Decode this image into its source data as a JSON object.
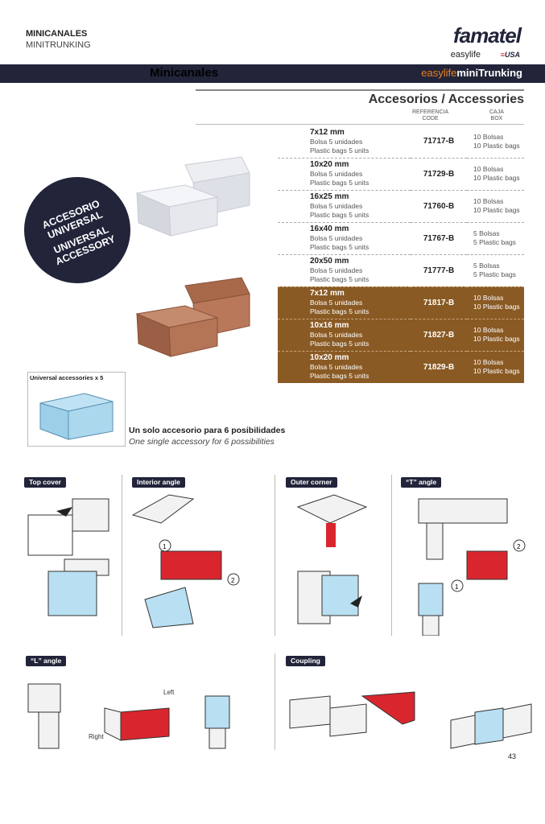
{
  "header": {
    "category": "MINICANALES",
    "category_en": "MINITRUNKING",
    "brand": "famatel",
    "brand_sub": "easylife",
    "brand_usa": "USA"
  },
  "band": {
    "title": "Minicanales",
    "brand_a": "easylife",
    "brand_b": "miniTrunking"
  },
  "section": {
    "title": "Accesorios / Accessories",
    "col_code": [
      "REFERENCIA",
      "CODE"
    ],
    "col_box": [
      "CAJA",
      "BOX"
    ]
  },
  "rows": [
    {
      "size": "7x12 mm",
      "d1": "Bolsa 5 unidades",
      "d2": "Plastic bags 5 units",
      "code": "71717-B",
      "b1": "10 Bolsas",
      "b2": "10 Plastic bags"
    },
    {
      "size": "10x20 mm",
      "d1": "Bolsa 5 unidades",
      "d2": "Plastic bags 5 units",
      "code": "71729-B",
      "b1": "10 Bolsas",
      "b2": "10 Plastic bags"
    },
    {
      "size": "16x25 mm",
      "d1": "Bolsa 5 unidades",
      "d2": "Plastic bags 5 units",
      "code": "71760-B",
      "b1": "10 Bolsas",
      "b2": "10 Plastic bags"
    },
    {
      "size": "16x40 mm",
      "d1": "Bolsa 5 unidades",
      "d2": "Plastic bags 5 units",
      "code": "71767-B",
      "b1": "5 Bolsas",
      "b2": "5 Plastic bags"
    },
    {
      "size": "20x50 mm",
      "d1": "Bolsa 5 unidades",
      "d2": "Plastic bags 5 units",
      "code": "71777-B",
      "b1": "5 Bolsas",
      "b2": "5 Plastic bags"
    },
    {
      "size": "7x12 mm",
      "d1": "Bolsa 5 unidades",
      "d2": "Plastic bags 5 units",
      "code": "71817-B",
      "b1": "10 Bolsas",
      "b2": "10 Plastic bags"
    },
    {
      "size": "10x16 mm",
      "d1": "Bolsa 5 unidades",
      "d2": "Plastic bags 5 units",
      "code": "71827-B",
      "b1": "10 Bolsas",
      "b2": "10 Plastic bags"
    },
    {
      "size": "10x20 mm",
      "d1": "Bolsa 5 unidades",
      "d2": "Plastic bags 5 units",
      "code": "71829-B",
      "b1": "10 Bolsas",
      "b2": "10 Plastic bags"
    }
  ],
  "badge": [
    "ACCESORIO",
    "UNIVERSAL",
    "UNIVERSAL",
    "ACCESSORY"
  ],
  "universal_label": "Universal accessories x 5",
  "caption": {
    "es": "Un solo accesorio para 6 posibilidades",
    "en": "One single accessory for 6 possibilities"
  },
  "uses": {
    "top_cover": "Top cover",
    "interior_angle": "Interior angle",
    "outer_corner": "Outer corner",
    "t_angle": "“T” angle",
    "l_angle": "“L” angle",
    "coupling": "Coupling"
  },
  "annotations": {
    "left": "Left",
    "right": "Right",
    "step1": "1",
    "step2": "2"
  },
  "page_number": "43"
}
